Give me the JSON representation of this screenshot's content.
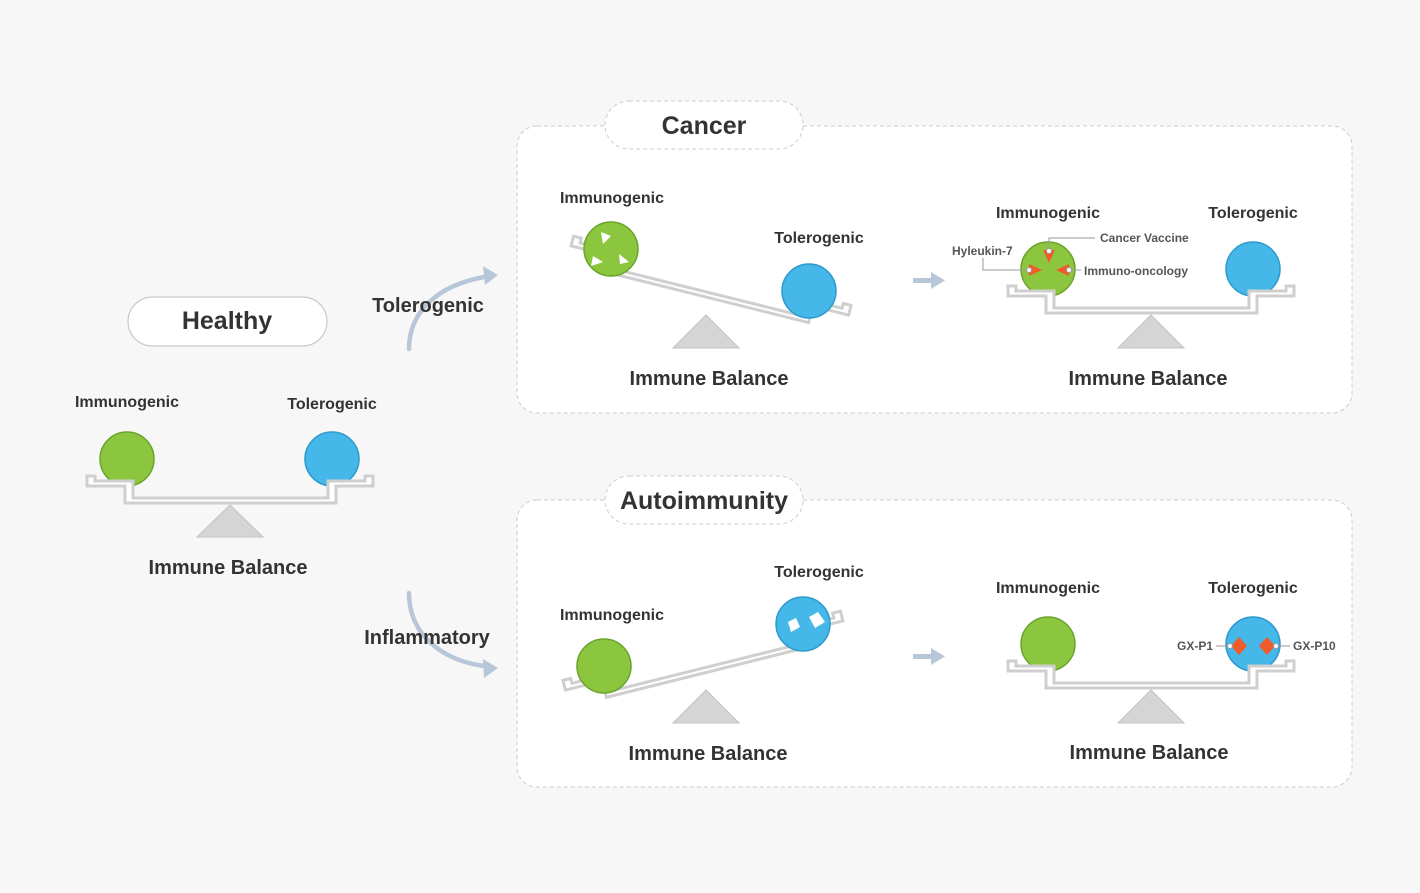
{
  "healthy": {
    "title": "Healthy",
    "immunogenic_label": "Immunogenic",
    "tolerogenic_label": "Tolerogenic",
    "balance_label": "Immune Balance"
  },
  "flows": {
    "top_label": "Tolerogenic",
    "bottom_label": "Inflammatory"
  },
  "cancer": {
    "title": "Cancer",
    "before": {
      "immunogenic_label": "Immunogenic",
      "tolerogenic_label": "Tolerogenic",
      "balance_label": "Immune Balance"
    },
    "after": {
      "immunogenic_label": "Immunogenic",
      "tolerogenic_label": "Tolerogenic",
      "balance_label": "Immune Balance",
      "annotation_hyleukin": "Hyleukin-7",
      "annotation_vaccine": "Cancer Vaccine",
      "annotation_io": "Immuno-oncology"
    }
  },
  "autoimmunity": {
    "title": "Autoimmunity",
    "before": {
      "immunogenic_label": "Immunogenic",
      "tolerogenic_label": "Tolerogenic",
      "balance_label": "Immune Balance"
    },
    "after": {
      "immunogenic_label": "Immunogenic",
      "tolerogenic_label": "Tolerogenic",
      "balance_label": "Immune Balance",
      "annotation_gxp1": "GX-P1",
      "annotation_gxp10": "GX-P10"
    }
  },
  "colors": {
    "immunogenic": "#8cc63f",
    "tolerogenic": "#45b7e8",
    "intervention_marker": "#f15a29",
    "flow_arrow": "#b8c7d8"
  }
}
